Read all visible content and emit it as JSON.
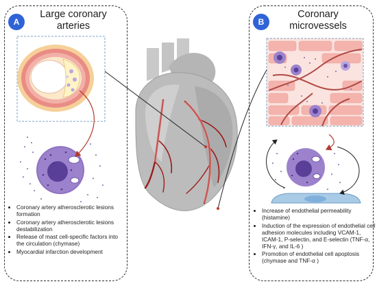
{
  "panel_a": {
    "badge": "A",
    "title": "Large coronary arteries",
    "bullets": [
      "Coronary artery atherosclerotic lesions formation",
      "Coronary artery atherosclerotic lesions destabilization",
      "Release of mast cell-specific factors into the circulation (chymase)",
      "Myocardial infarction development"
    ]
  },
  "panel_b": {
    "badge": "B",
    "title": "Coronary microvessels",
    "bullets": [
      "Increase of endothelial permeability (histamine)",
      "Induction of the expression of endothelial cell adhesion molecules including VCAM-1, ICAM-1, P-selectin, and E-selectin (TNF-α, IFN-γ, and IL-6 )",
      "Promotion of endothelial cell apoptosis (chymase and TNF-α )"
    ]
  },
  "colors": {
    "badge": "#2f63d6",
    "mast_cell": "#8e72c2",
    "nucleus": "#5a3f99",
    "artery_red": "#c0392b",
    "heart_gray": "#bcbcbc",
    "vessel_wall": "#f3b3a8",
    "endothelial": "#a9cbe6"
  }
}
